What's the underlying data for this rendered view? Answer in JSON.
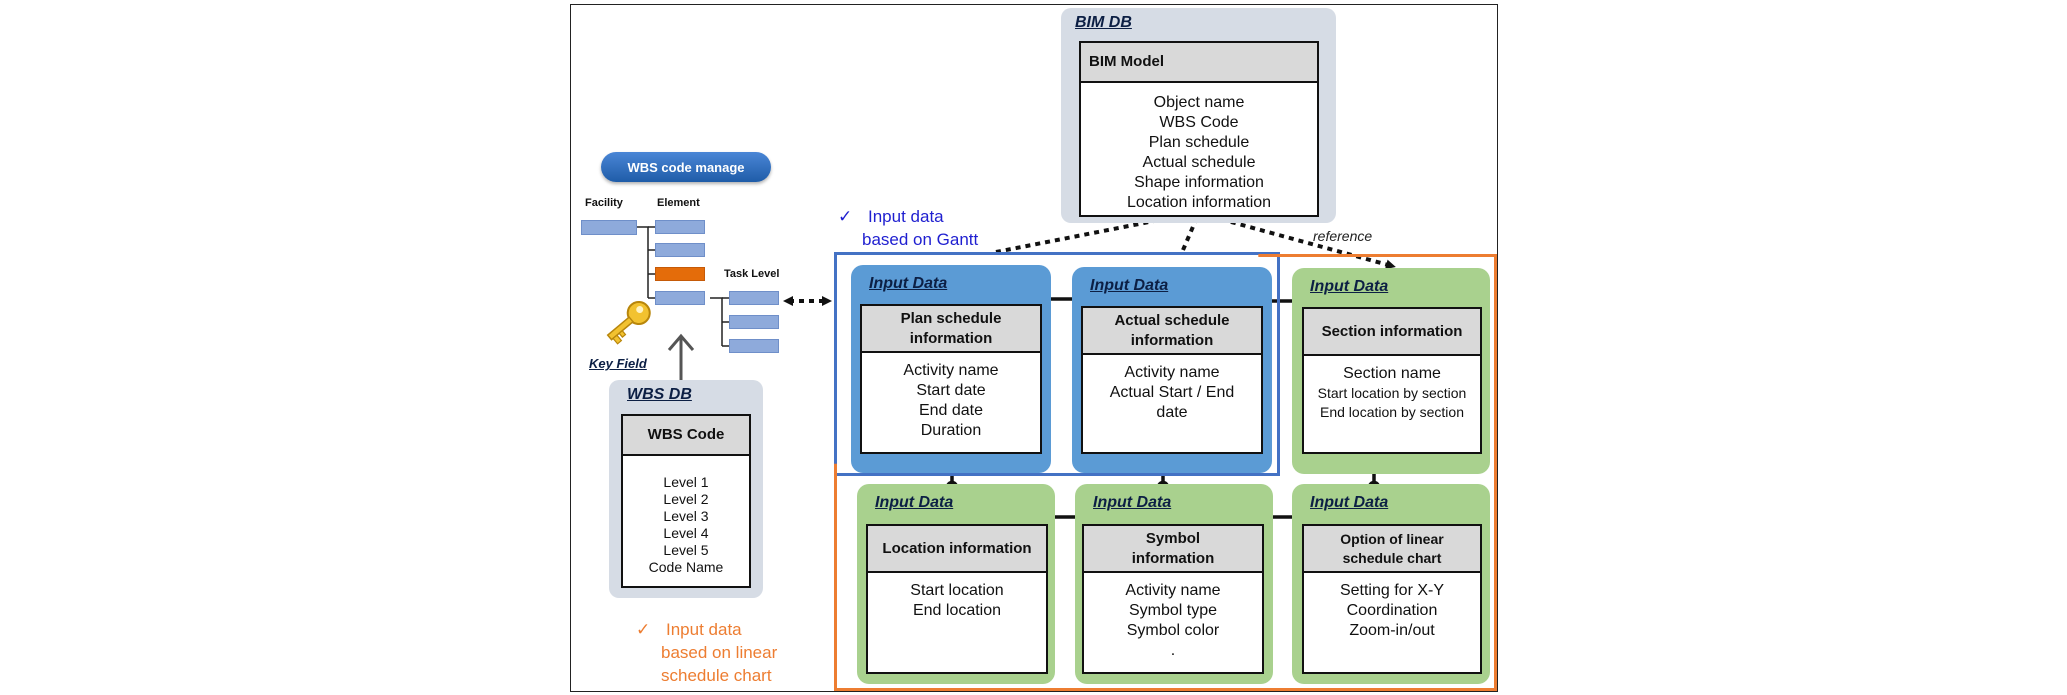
{
  "bim_db": {
    "title": "BIM DB",
    "card_title": "BIM Model",
    "fields": [
      "Object name",
      "WBS Code",
      "Plan schedule",
      "Actual schedule",
      "Shape information",
      "Location information"
    ]
  },
  "wbs_manager": {
    "button_label": "WBS code manage",
    "col_facility": "Facility",
    "col_element": "Element",
    "col_task_level": "Task Level",
    "key_field_label": "Key Field"
  },
  "wbs_db": {
    "title": "WBS DB",
    "card_title": "WBS Code",
    "fields": [
      "Level 1",
      "Level 2",
      "Level 3",
      "Level 4",
      "Level 5",
      "Code Name"
    ]
  },
  "notes": {
    "gantt": {
      "check": "✓",
      "line1": "Input data",
      "line2": "based on Gantt",
      "color": "#1f1fd0"
    },
    "linear": {
      "check": "✓",
      "line1": "Input data",
      "line2": "based on linear",
      "line3": "schedule chart",
      "color": "#ed7d31"
    }
  },
  "reference_label": "reference",
  "input_panels": {
    "plan": {
      "title": "Input Data",
      "card_title": [
        "Plan schedule",
        "information"
      ],
      "fields": [
        "Activity name",
        "Start date",
        "End date",
        "Duration"
      ]
    },
    "actual": {
      "title": "Input Data",
      "card_title": [
        "Actual schedule",
        "information"
      ],
      "fields": [
        "Activity name",
        "Actual Start / End",
        "date"
      ]
    },
    "section": {
      "title": "Input Data",
      "card_title": [
        "Section information"
      ],
      "fields": [
        "Section name",
        "Start location by section",
        "End location by section"
      ]
    },
    "location": {
      "title": "Input Data",
      "card_title": [
        "Location information"
      ],
      "fields": [
        "Start location",
        "End location"
      ]
    },
    "symbol": {
      "title": "Input Data",
      "card_title": [
        "Symbol",
        "information"
      ],
      "fields": [
        "Activity name",
        "Symbol type",
        "Symbol color",
        "."
      ]
    },
    "option": {
      "title": "Input Data",
      "card_title": [
        "Option of linear",
        "schedule chart"
      ],
      "fields": [
        "Setting for X-Y",
        "Coordination",
        "Zoom-in/out"
      ]
    }
  },
  "colors": {
    "gantt_box": "#4472c4",
    "linear_box": "#ed7d31",
    "blue_panel": "#5b9bd5",
    "green_panel": "#a9d18e",
    "grey_panel": "#d6dce5"
  }
}
